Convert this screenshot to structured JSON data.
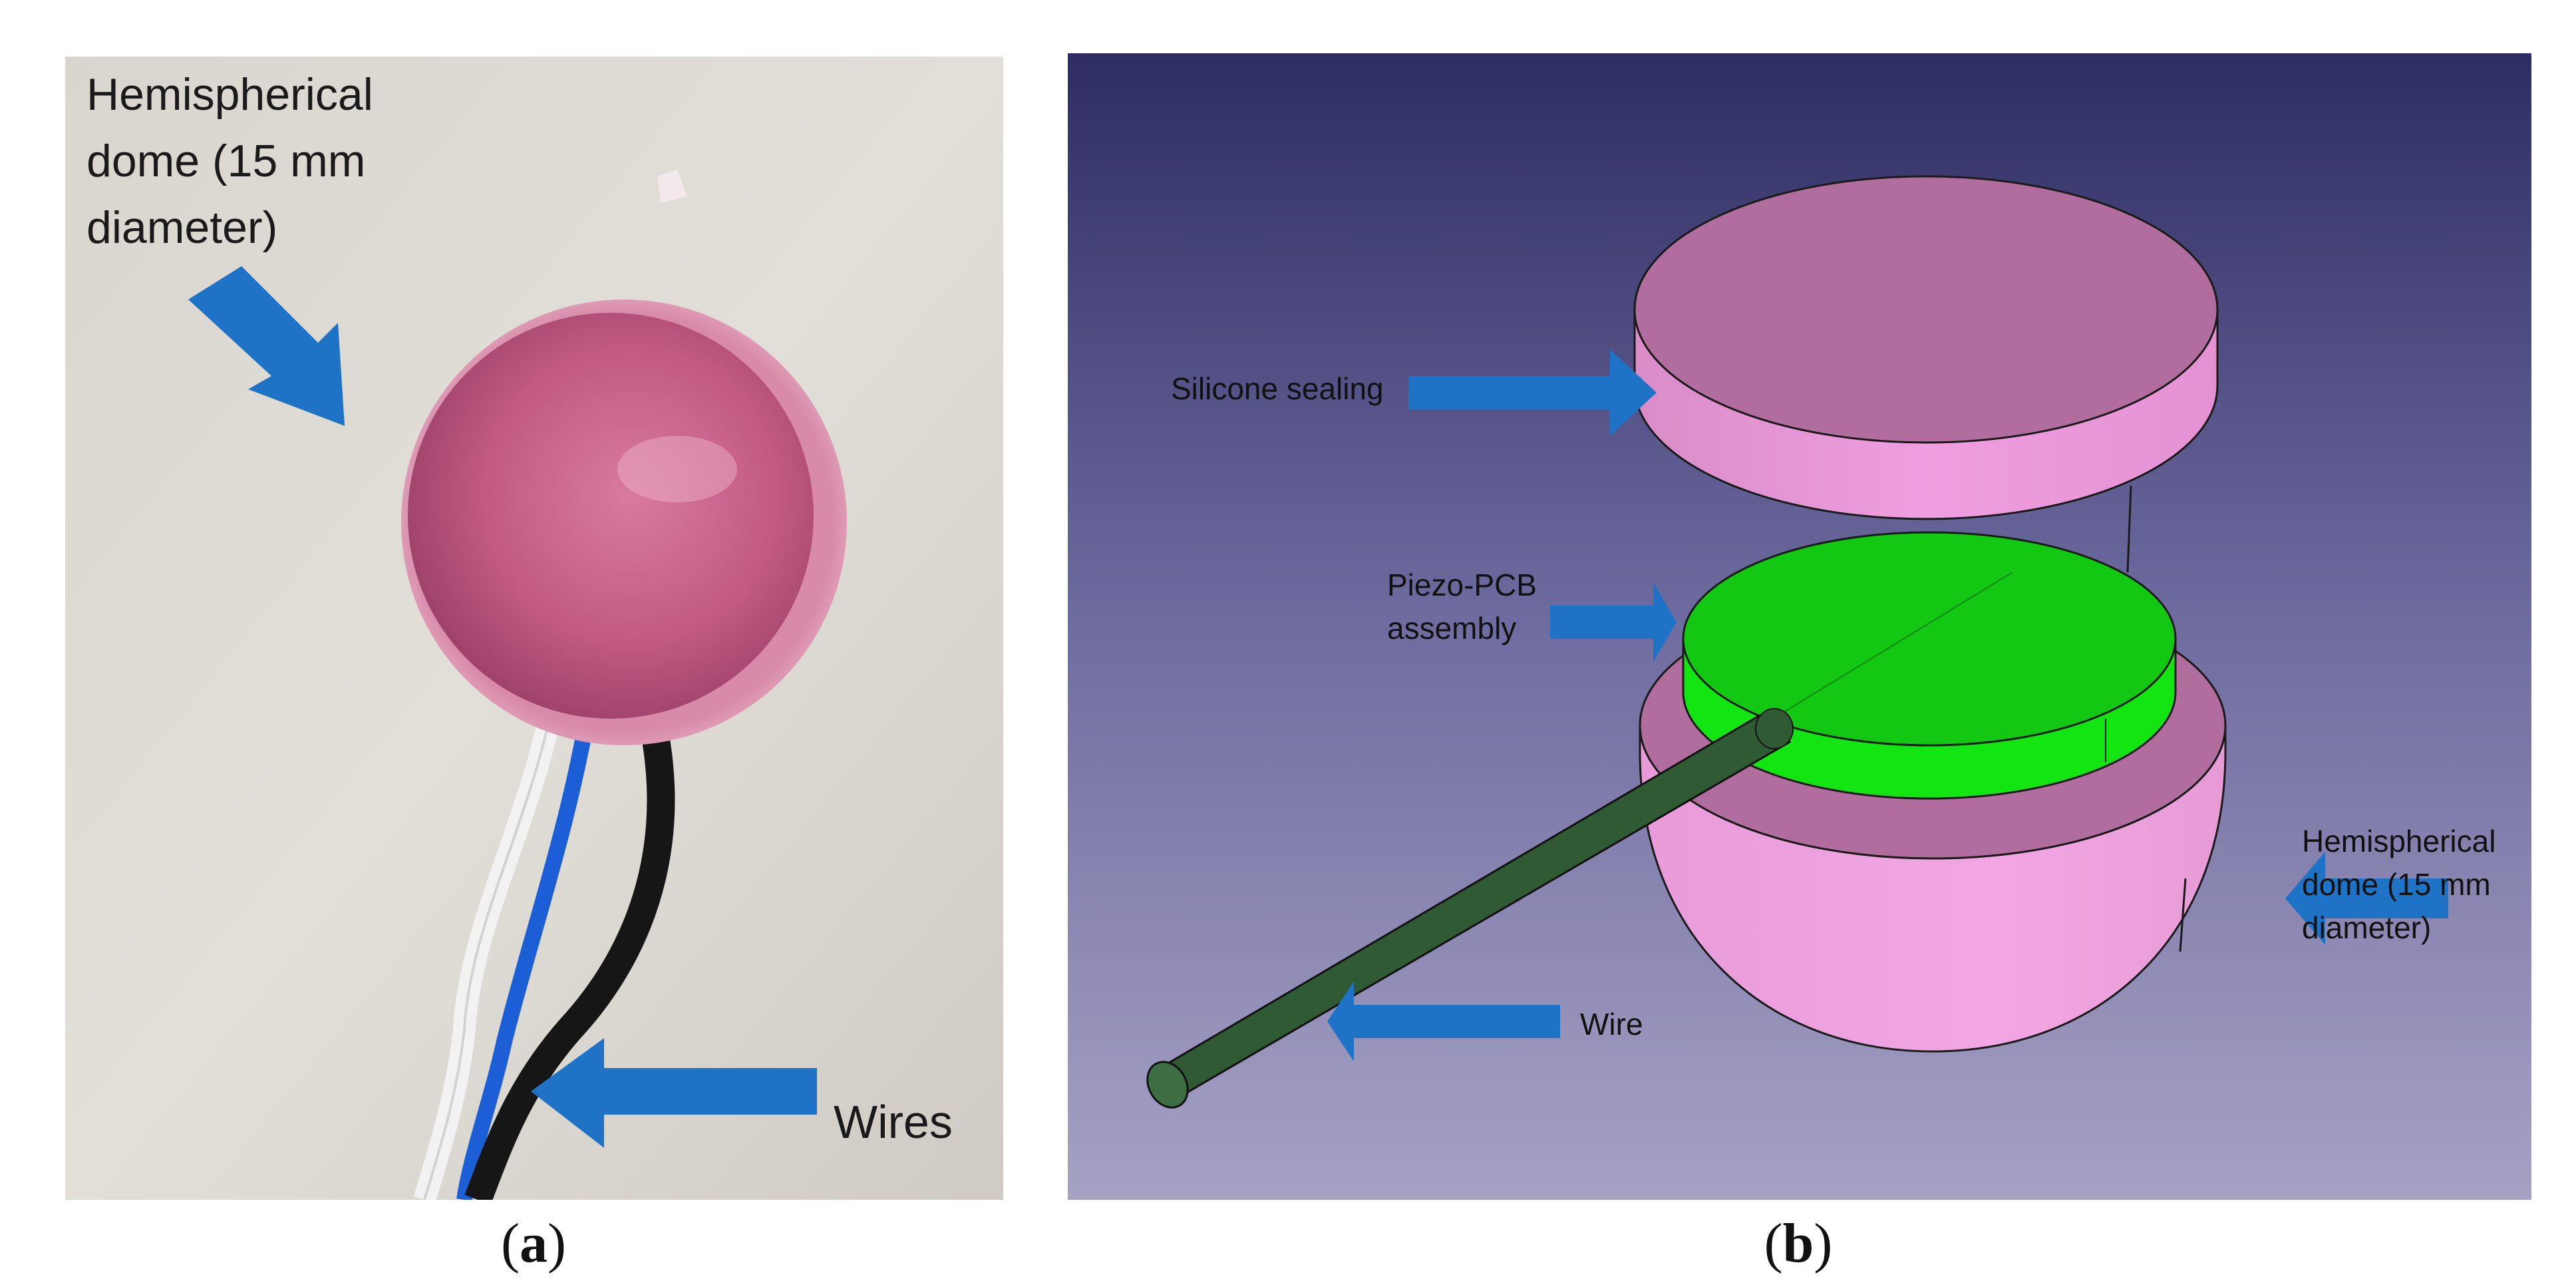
{
  "panel_a": {
    "callout_dome": [
      "Hemispherical",
      "dome (15 mm",
      "diameter)"
    ],
    "callout_wires": "Wires",
    "caption_open": "(",
    "caption_letter": "a",
    "caption_close": ")"
  },
  "panel_b": {
    "label_silicone": "Silicone sealing",
    "label_piezo": [
      "Piezo-PCB",
      "assembly"
    ],
    "label_dome": [
      "Hemispherical",
      "dome (15 mm",
      "diameter)"
    ],
    "label_wire": "Wire",
    "caption_open": "(",
    "caption_letter": "b",
    "caption_close": ")"
  },
  "colors": {
    "arrow_blue": "#1f73c6",
    "dome_pink": "#b06d9e",
    "pcb_green": "#12d012",
    "wire_green": "#2f5a34",
    "bg_top": "#2e2d63",
    "bg_bottom": "#a6a2c4"
  }
}
